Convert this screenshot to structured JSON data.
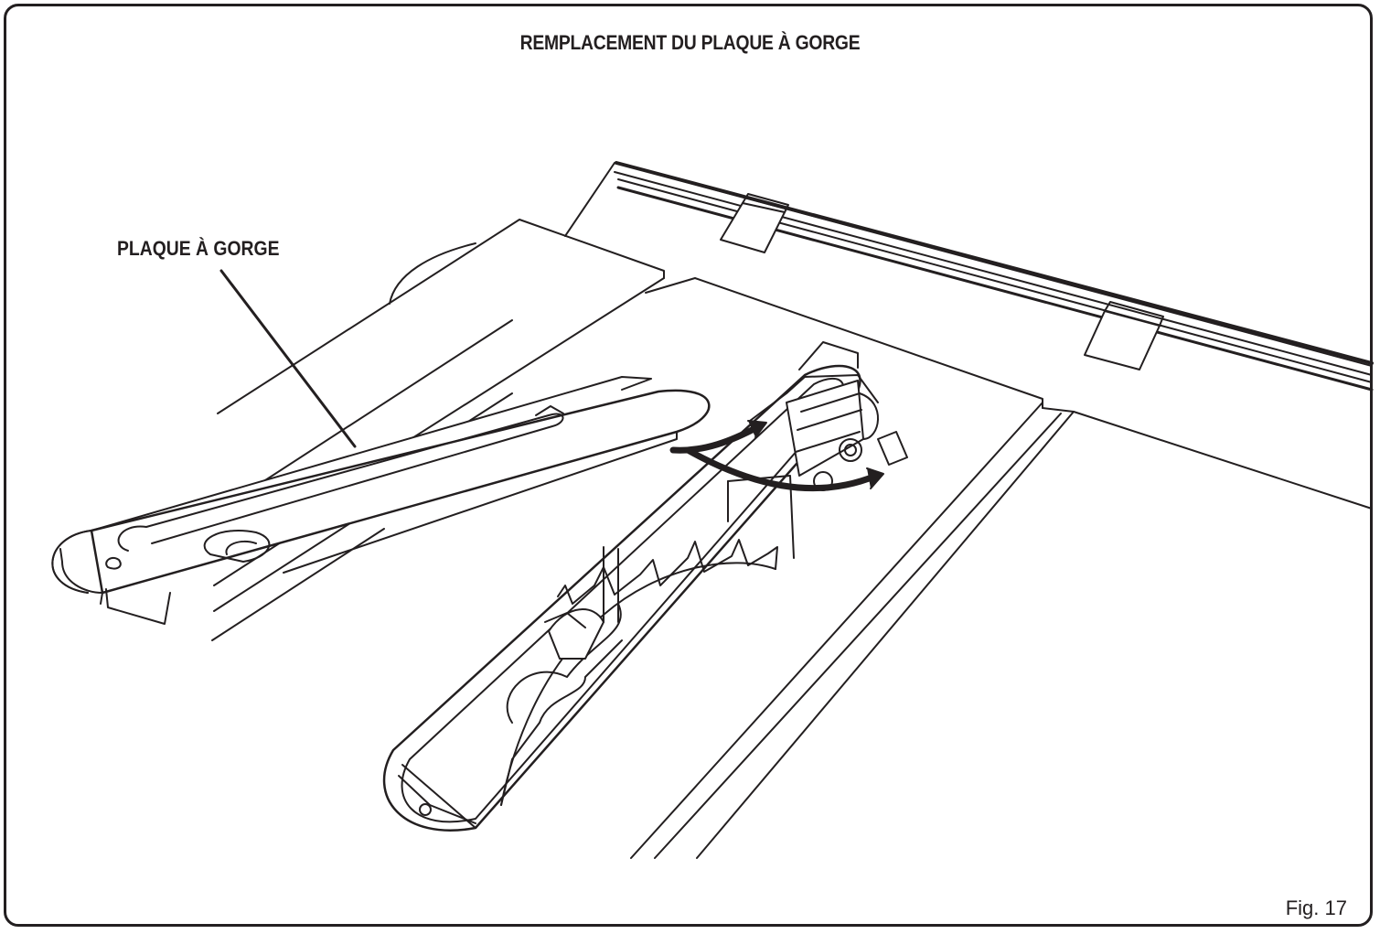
{
  "title": "REMPLACEMENT DU  PLAQUE À GORGE",
  "callout_label": "PLAQUE À GORGE",
  "figure_number": "Fig. 17",
  "colors": {
    "ink": "#231f20",
    "paper": "#ffffff"
  }
}
